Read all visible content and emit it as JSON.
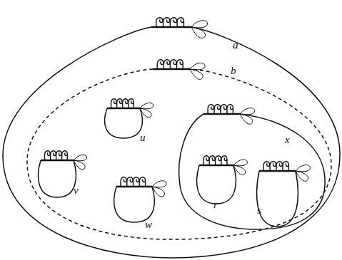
{
  "diagram": {
    "nodes": [
      {
        "text": [
          "a"
        ]
      },
      {
        "text": [
          "b"
        ],
        "in": 0
      },
      {
        "text": [
          "u"
        ],
        "in": 1
      },
      {
        "text": [
          "v"
        ],
        "in": 1
      },
      {
        "text": [
          "w"
        ],
        "in": 1
      },
      {
        "text": [
          "x"
        ],
        "in": 1
      },
      {
        "text": [
          "r"
        ],
        "in": 5
      },
      {
        "text": [
          "s"
        ],
        "in": 5
      }
    ]
  }
}
